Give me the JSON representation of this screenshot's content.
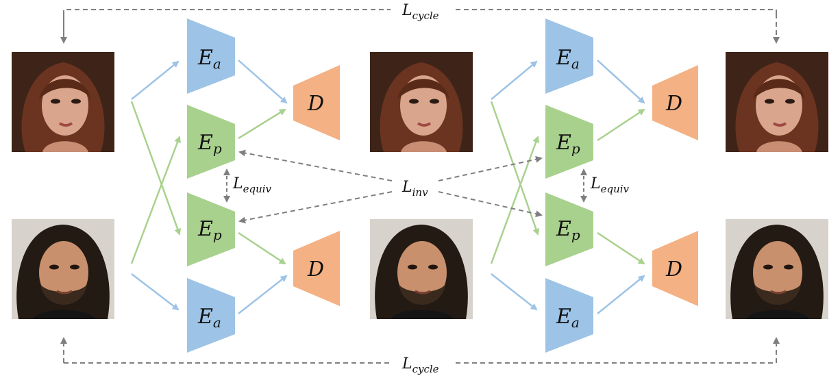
{
  "colors": {
    "appearance_encoder": "#9dc3e6",
    "pose_encoder": "#a9d18e",
    "decoder": "#f4b183",
    "appearance_arrow": "#9dc3e6",
    "pose_arrow": "#a9d18e",
    "loss_arrow": "#7f7f7f"
  },
  "labels": {
    "E": "E",
    "D": "D",
    "appearance_sub": "a",
    "pose_sub": "p"
  },
  "losses": {
    "L": "L",
    "cycle": "cycle",
    "inv": "inv",
    "equiv": "equiv"
  },
  "images": [
    {
      "id": "input-woman",
      "icon": "face-photo-icon"
    },
    {
      "id": "input-man",
      "icon": "face-photo-icon"
    },
    {
      "id": "swap-woman",
      "icon": "face-photo-icon"
    },
    {
      "id": "swap-man",
      "icon": "face-photo-icon"
    },
    {
      "id": "recon-woman",
      "icon": "face-photo-icon"
    },
    {
      "id": "recon-man",
      "icon": "face-photo-icon"
    }
  ]
}
